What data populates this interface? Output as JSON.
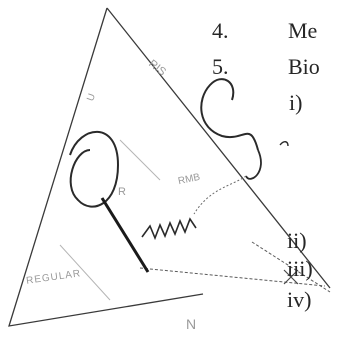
{
  "list": {
    "items": [
      {
        "number": "4.",
        "text": "Me"
      },
      {
        "number": "5.",
        "text": "Bio"
      }
    ],
    "subitems": [
      "i)",
      "ii)",
      "iii)",
      "iv)"
    ]
  },
  "sketch_labels": {
    "top_edge": "RIS",
    "left_edge": "U",
    "center": "RMB",
    "inner": "R",
    "bottom_edge": "REGULAR",
    "bottom_right": "N"
  }
}
